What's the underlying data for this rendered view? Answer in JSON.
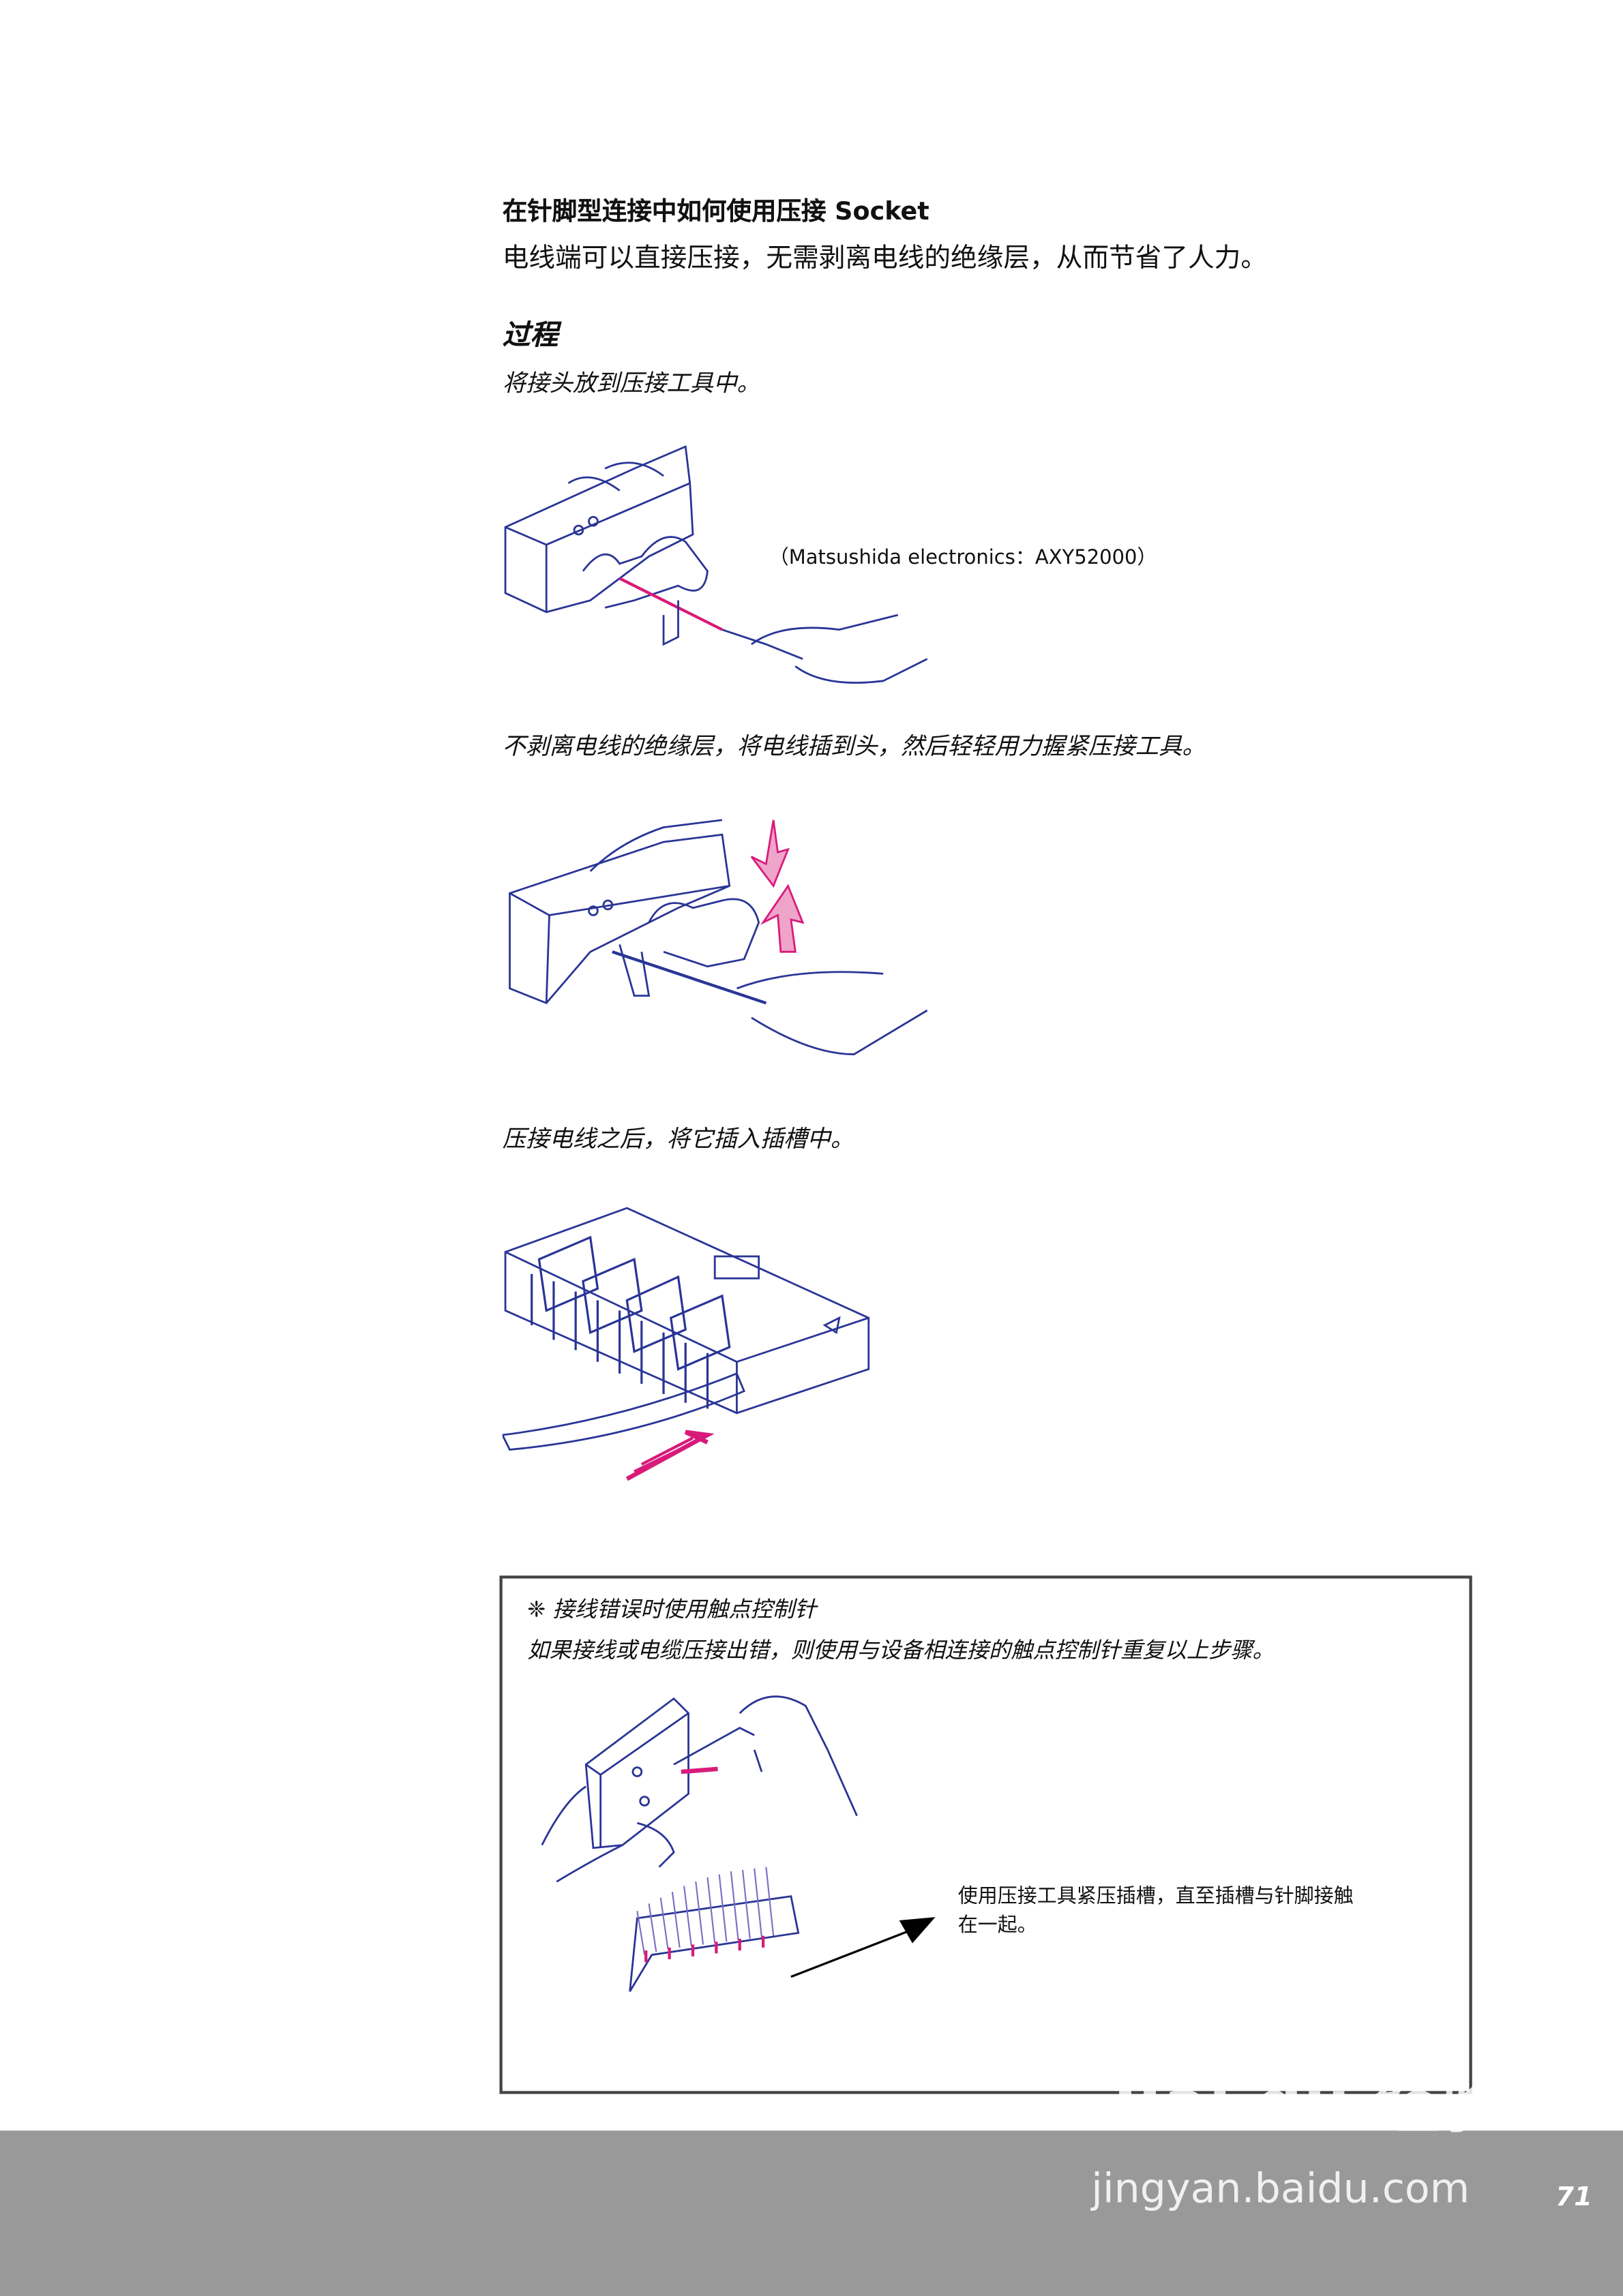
{
  "heading": "在针脚型连接中如何使用压接 Socket",
  "intro": "电线端可以直接压接，无需剥离电线的绝缘层，从而节省了人力。",
  "section_title": "过程",
  "steps": [
    {
      "text": "将接头放到压接工具中。",
      "figure_caption": "（Matsushida electronics：AXY52000）"
    },
    {
      "text": "不剥离电线的绝缘层，将电线插到头，然后轻轻用力握紧压接工具。"
    },
    {
      "text": "压接电线之后，将它插入插槽中。"
    }
  ],
  "note_box": {
    "title": "❈ 接线错误时使用触点控制针",
    "body": "如果接线或电缆压接出错，则使用与设备相连接的触点控制针重复以上步骤。",
    "caption_line1": "使用压接工具紧压插槽，直至插槽与针脚接触",
    "caption_line2": "在一起。"
  },
  "footer": {
    "page_number": "71",
    "watermark_logo": "Bai du 经验",
    "watermark_url": "jingyan.baidu.com"
  },
  "colors": {
    "line_art": "#2a3596",
    "arrow": "#d81b7a",
    "footer_band": "#999999"
  }
}
